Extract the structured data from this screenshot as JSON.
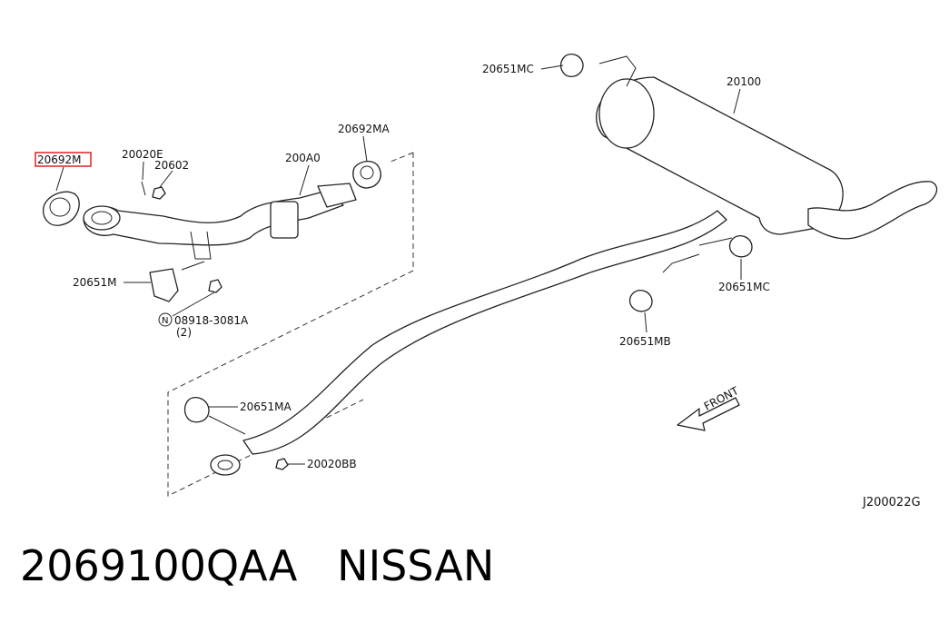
{
  "diagram": {
    "parts": {
      "p20692M": "20692M",
      "p20020E": "20020E",
      "p20602": "20602",
      "p200A0": "200A0",
      "p20692MA": "20692MA",
      "p20651MC_top": "20651MC",
      "p20100": "20100",
      "p20651M": "20651M",
      "p08918": "08918-3081A",
      "p08918_qty": "(2)",
      "p08918_badge": "N",
      "p20651MC_right": "20651MC",
      "p20651MB": "20651MB",
      "p20651MA": "20651MA",
      "p20020BB": "20020BB"
    },
    "front_label": "FRONT",
    "drawing_code": "J200022G",
    "highlight_color": "#e02020"
  },
  "caption": {
    "part_number": "2069100QAA",
    "brand": "NISSAN"
  }
}
